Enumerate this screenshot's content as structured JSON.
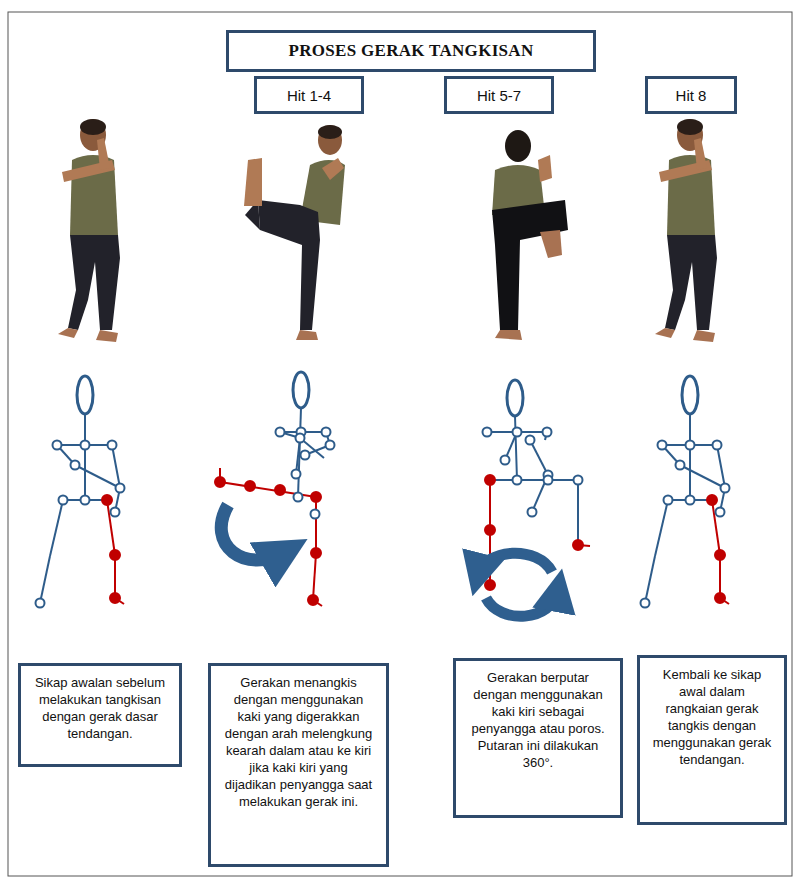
{
  "diagram": {
    "nodes": [
      {
        "text": [
          "PROSES GERAK TANGKISAN"
        ]
      },
      {
        "text": [
          "Hit 1-4"
        ]
      },
      {
        "text": [
          "Hit 5-7"
        ]
      },
      {
        "text": [
          "Hit 8"
        ]
      },
      {
        "text": [
          "Sikap awalan sebelum melakukan tangkisan dengan gerak dasar tendangan."
        ]
      },
      {
        "text": [
          "Gerakan menangkis dengan menggunakan kaki yang digerakkan dengan arah melengkung kearah dalam atau ke kiri jika kaki kiri yang dijadikan penyangga saat melakukan gerak ini."
        ]
      },
      {
        "text": [
          "Gerakan berputar dengan menggunakan kaki kiri sebagai penyangga atau poros. Putaran ini dilakukan 360°."
        ]
      },
      {
        "text": [
          "Kembali ke sikap awal dalam rangkaian gerak tangkis dengan menggunakan gerak tendangan."
        ]
      }
    ]
  }
}
